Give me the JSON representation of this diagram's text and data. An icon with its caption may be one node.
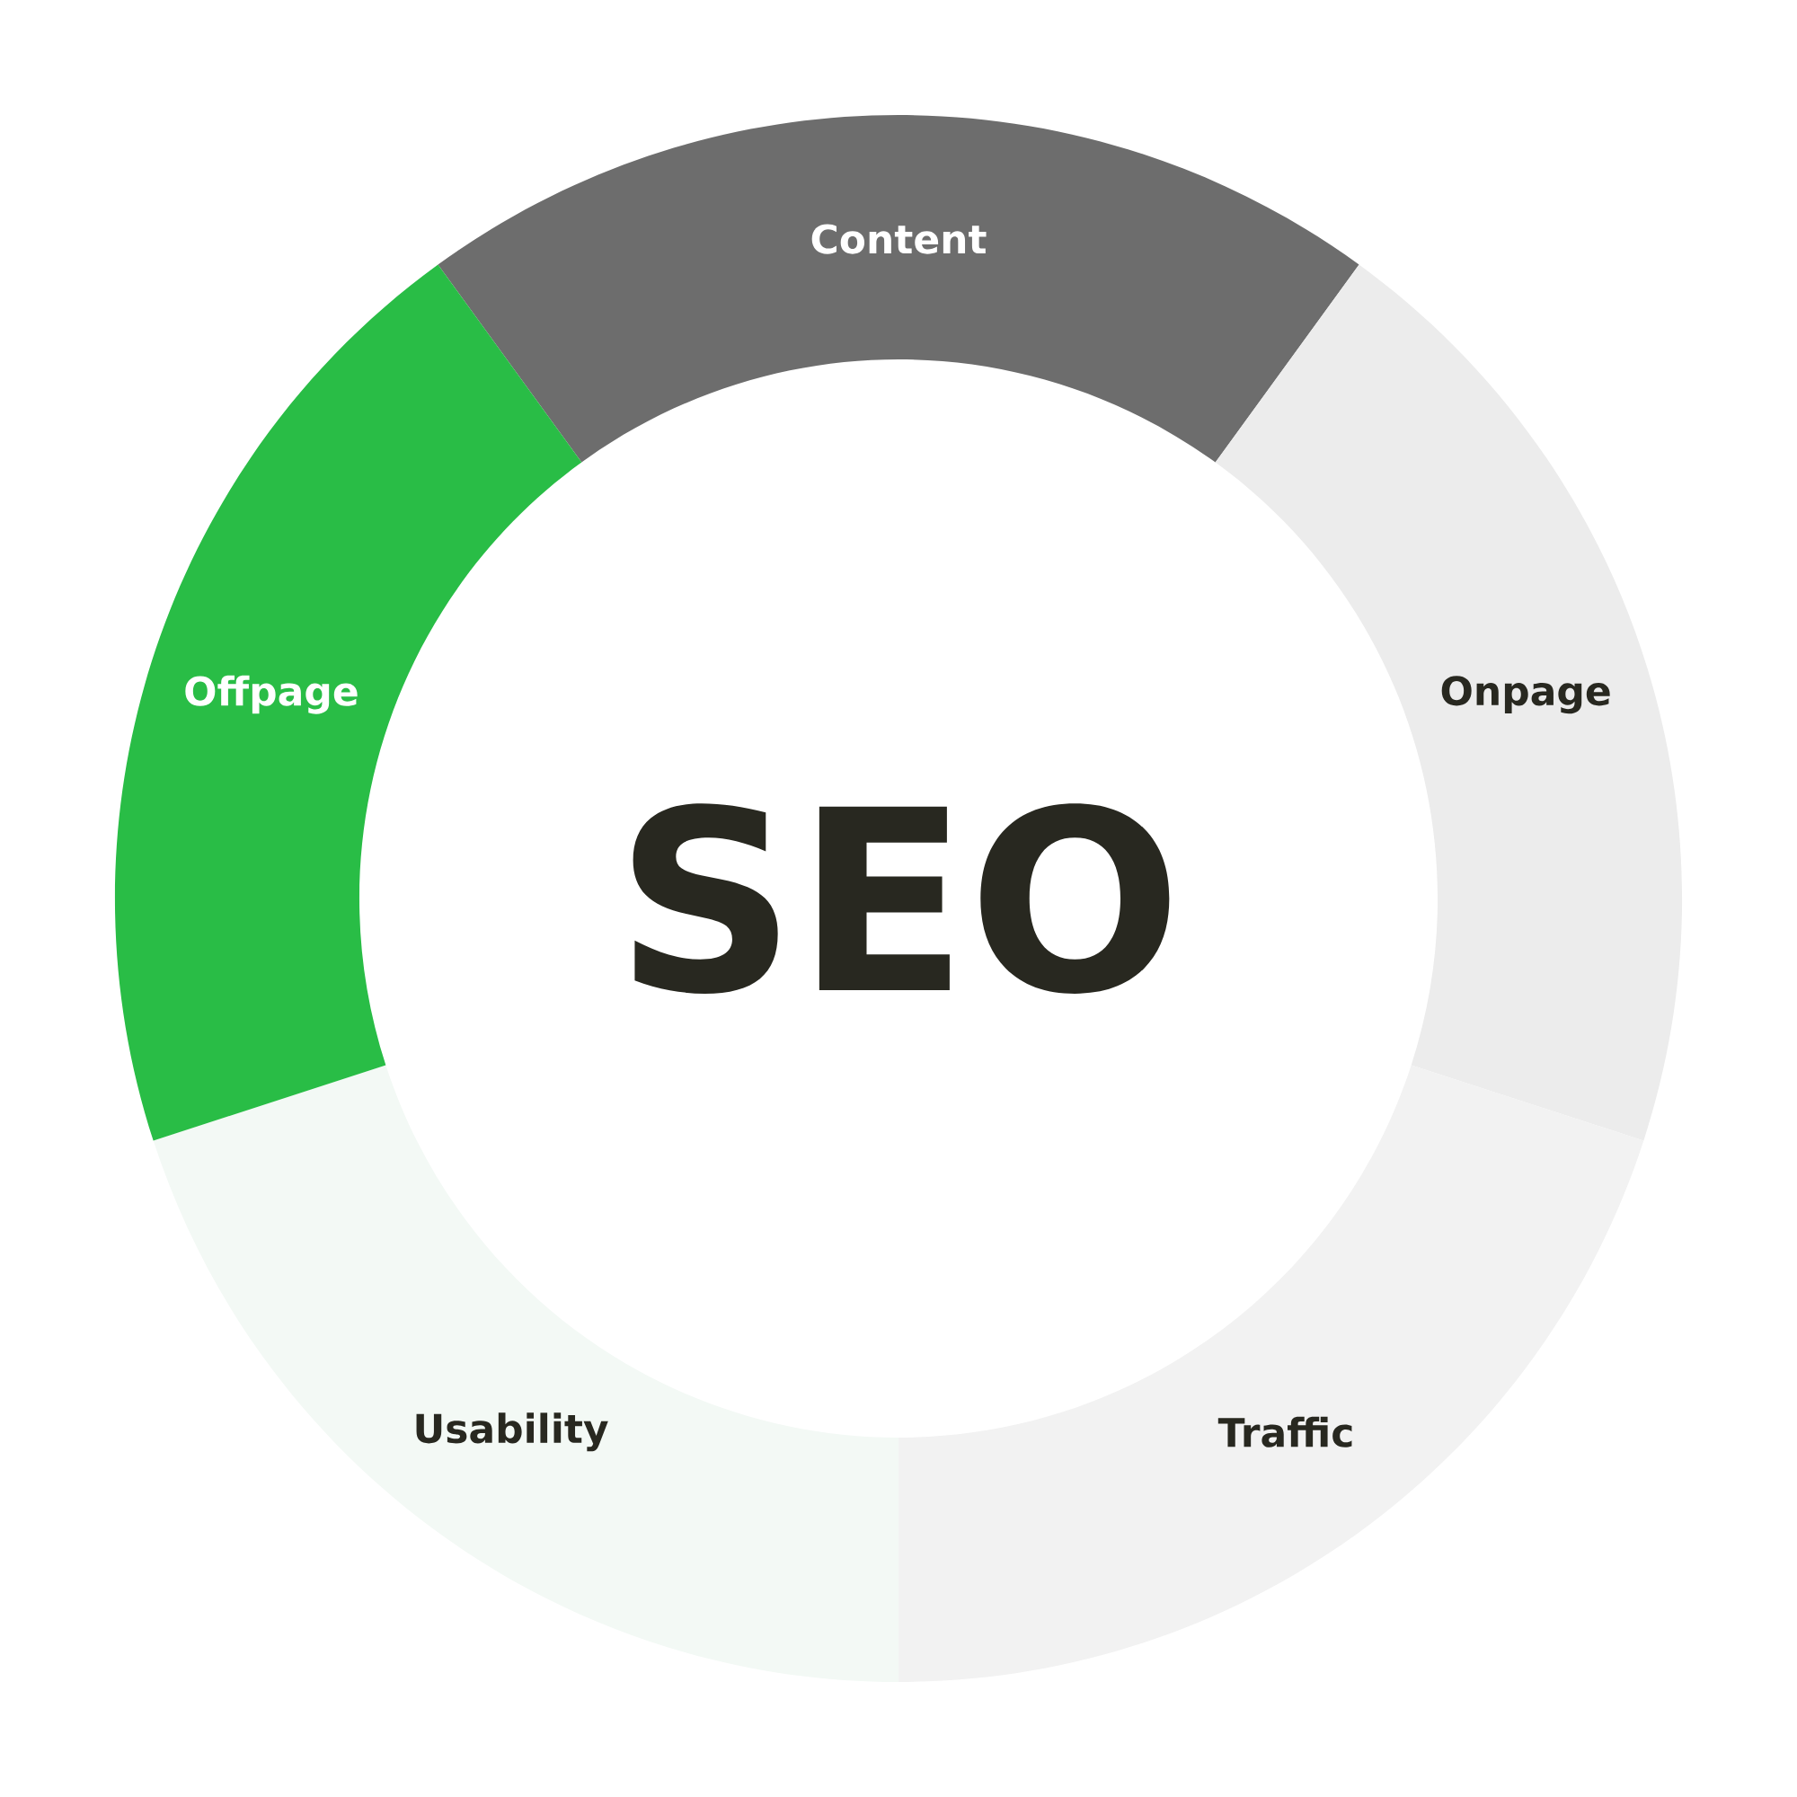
{
  "diagram": {
    "nodes": [
      {
        "text": [
          "Content"
        ]
      },
      {
        "text": [
          "Onpage"
        ]
      },
      {
        "text": [
          "Traffic"
        ]
      },
      {
        "text": [
          "Usability"
        ]
      },
      {
        "text": [
          "Offpage"
        ]
      }
    ],
    "labels": [
      "SEO"
    ]
  }
}
